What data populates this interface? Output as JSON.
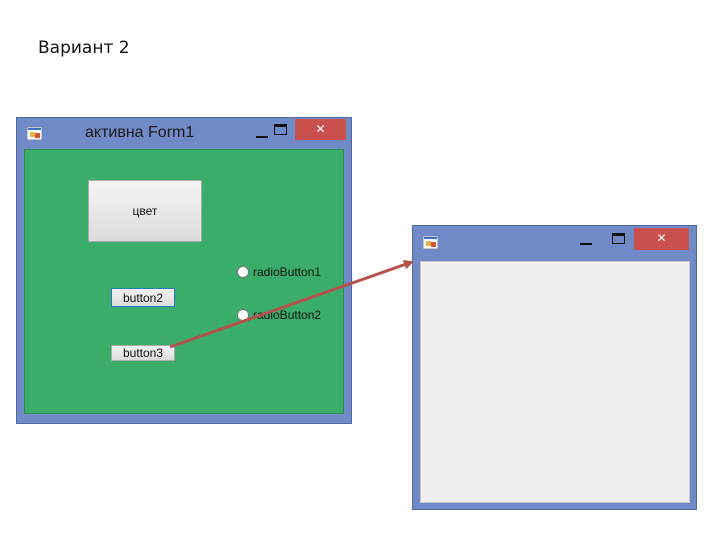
{
  "slide": {
    "title": "Вариант 2"
  },
  "window1": {
    "title": "активна Form1",
    "close_glyph": "✕",
    "client_color": "#3aad6b",
    "buttons": {
      "color_label": "цвет",
      "button2_label": "button2",
      "button3_label": "button3"
    },
    "radios": {
      "radio1_label": "radioButton1",
      "radio2_label": "radioButton2"
    }
  },
  "window2": {
    "close_glyph": "✕",
    "client_color": "#f0f0f0"
  },
  "colors": {
    "window_frame": "#6f8ac6",
    "close_button": "#c9504c",
    "arrow": "#b5524c"
  },
  "icons": [
    "app-icon",
    "minimize-icon",
    "maximize-icon",
    "close-icon",
    "arrow-icon"
  ]
}
